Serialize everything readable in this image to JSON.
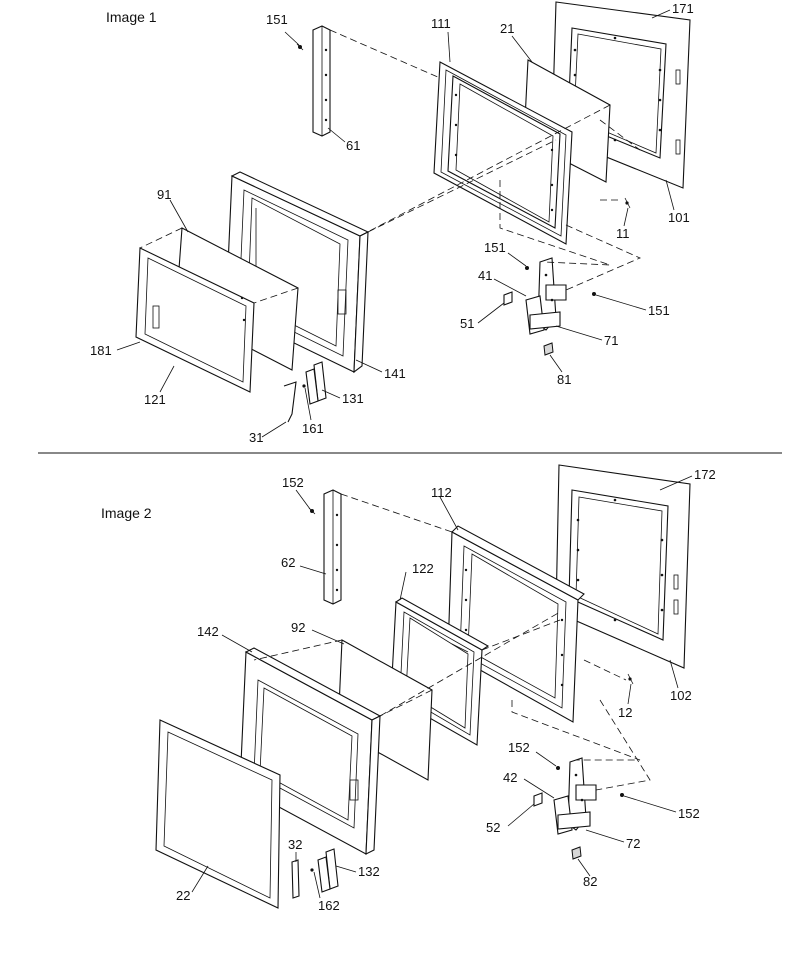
{
  "images": [
    {
      "title": "Image 1",
      "labels": [
        {
          "id": "p151a",
          "text": "151"
        },
        {
          "id": "p61",
          "text": "61"
        },
        {
          "id": "p111",
          "text": "111"
        },
        {
          "id": "p21",
          "text": "21"
        },
        {
          "id": "p171",
          "text": "171"
        },
        {
          "id": "p101",
          "text": "101"
        },
        {
          "id": "p11",
          "text": "11"
        },
        {
          "id": "p91",
          "text": "91"
        },
        {
          "id": "p181",
          "text": "181"
        },
        {
          "id": "p121",
          "text": "121"
        },
        {
          "id": "p141",
          "text": "141"
        },
        {
          "id": "p131",
          "text": "131"
        },
        {
          "id": "p161",
          "text": "161"
        },
        {
          "id": "p31",
          "text": "31"
        },
        {
          "id": "p151b",
          "text": "151"
        },
        {
          "id": "p41",
          "text": "41"
        },
        {
          "id": "p51",
          "text": "51"
        },
        {
          "id": "p151c",
          "text": "151"
        },
        {
          "id": "p71",
          "text": "71"
        },
        {
          "id": "p81",
          "text": "81"
        }
      ]
    },
    {
      "title": "Image 2",
      "labels": [
        {
          "id": "p152a",
          "text": "152"
        },
        {
          "id": "p62",
          "text": "62"
        },
        {
          "id": "p112",
          "text": "112"
        },
        {
          "id": "p122",
          "text": "122"
        },
        {
          "id": "p172",
          "text": "172"
        },
        {
          "id": "p102",
          "text": "102"
        },
        {
          "id": "p12",
          "text": "12"
        },
        {
          "id": "p142",
          "text": "142"
        },
        {
          "id": "p92",
          "text": "92"
        },
        {
          "id": "p22",
          "text": "22"
        },
        {
          "id": "p32",
          "text": "32"
        },
        {
          "id": "p132",
          "text": "132"
        },
        {
          "id": "p162",
          "text": "162"
        },
        {
          "id": "p152b",
          "text": "152"
        },
        {
          "id": "p42",
          "text": "42"
        },
        {
          "id": "p52",
          "text": "52"
        },
        {
          "id": "p152c",
          "text": "152"
        },
        {
          "id": "p72",
          "text": "72"
        },
        {
          "id": "p82",
          "text": "82"
        }
      ]
    }
  ]
}
